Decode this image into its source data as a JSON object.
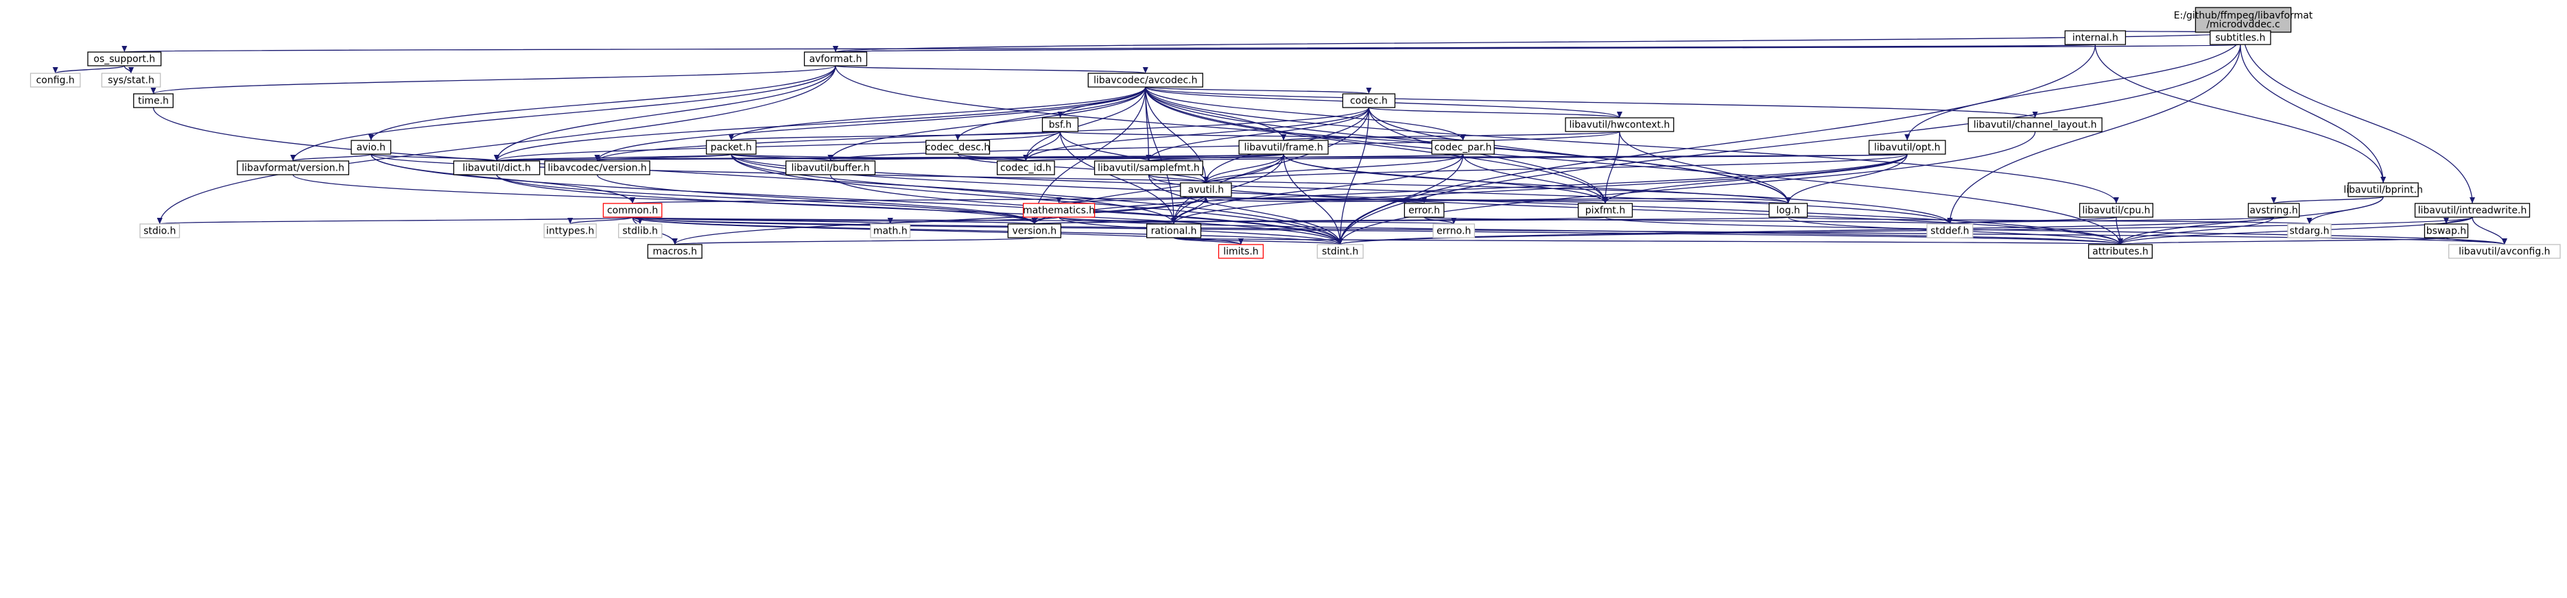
{
  "graph": {
    "colors": {
      "edge": "#191970",
      "node_border": "#000000",
      "node_fill": "#ffffff",
      "root_fill": "#bfbfbf",
      "missing_border": "#ff0000",
      "external_border": "#bfbfbf"
    },
    "nodes": [
      {
        "id": "root",
        "label": "E:/github/ffmpeg/libavformat\n/microdvddec.c",
        "kind": "root"
      },
      {
        "id": "internal",
        "label": "internal.h",
        "kind": "normal"
      },
      {
        "id": "subtitles",
        "label": "subtitles.h",
        "kind": "normal"
      },
      {
        "id": "os_support",
        "label": "os_support.h",
        "kind": "normal"
      },
      {
        "id": "avformat",
        "label": "avformat.h",
        "kind": "normal"
      },
      {
        "id": "config",
        "label": "config.h",
        "kind": "external"
      },
      {
        "id": "sys_stat",
        "label": "sys/stat.h",
        "kind": "external"
      },
      {
        "id": "time",
        "label": "time.h",
        "kind": "normal"
      },
      {
        "id": "avcodec",
        "label": "libavcodec/avcodec.h",
        "kind": "normal"
      },
      {
        "id": "codec",
        "label": "codec.h",
        "kind": "normal"
      },
      {
        "id": "bsf",
        "label": "bsf.h",
        "kind": "normal"
      },
      {
        "id": "hwcontext",
        "label": "libavutil/hwcontext.h",
        "kind": "normal"
      },
      {
        "id": "channel_layout",
        "label": "libavutil/channel_layout.h",
        "kind": "normal"
      },
      {
        "id": "avio",
        "label": "avio.h",
        "kind": "normal"
      },
      {
        "id": "packet",
        "label": "packet.h",
        "kind": "normal"
      },
      {
        "id": "codec_desc",
        "label": "codec_desc.h",
        "kind": "normal"
      },
      {
        "id": "frame",
        "label": "libavutil/frame.h",
        "kind": "normal"
      },
      {
        "id": "codec_par",
        "label": "codec_par.h",
        "kind": "normal"
      },
      {
        "id": "opt",
        "label": "libavutil/opt.h",
        "kind": "normal"
      },
      {
        "id": "fmt_version",
        "label": "libavformat/version.h",
        "kind": "normal"
      },
      {
        "id": "dict",
        "label": "libavutil/dict.h",
        "kind": "normal"
      },
      {
        "id": "codec_version",
        "label": "libavcodec/version.h",
        "kind": "normal"
      },
      {
        "id": "buffer",
        "label": "libavutil/buffer.h",
        "kind": "normal"
      },
      {
        "id": "codec_id",
        "label": "codec_id.h",
        "kind": "normal"
      },
      {
        "id": "samplefmt",
        "label": "libavutil/samplefmt.h",
        "kind": "normal"
      },
      {
        "id": "avutil",
        "label": "avutil.h",
        "kind": "normal"
      },
      {
        "id": "bprint",
        "label": "libavutil/bprint.h",
        "kind": "normal"
      },
      {
        "id": "intreadwrite",
        "label": "libavutil/intreadwrite.h",
        "kind": "normal"
      },
      {
        "id": "common",
        "label": "common.h",
        "kind": "missing"
      },
      {
        "id": "mathematics",
        "label": "mathematics.h",
        "kind": "missing"
      },
      {
        "id": "error",
        "label": "error.h",
        "kind": "normal"
      },
      {
        "id": "pixfmt",
        "label": "pixfmt.h",
        "kind": "normal"
      },
      {
        "id": "log",
        "label": "log.h",
        "kind": "normal"
      },
      {
        "id": "cpu",
        "label": "libavutil/cpu.h",
        "kind": "normal"
      },
      {
        "id": "avstring",
        "label": "avstring.h",
        "kind": "normal"
      },
      {
        "id": "bswap",
        "label": "bswap.h",
        "kind": "normal"
      },
      {
        "id": "stdio",
        "label": "stdio.h",
        "kind": "external"
      },
      {
        "id": "inttypes",
        "label": "inttypes.h",
        "kind": "external"
      },
      {
        "id": "stdlib",
        "label": "stdlib.h",
        "kind": "external"
      },
      {
        "id": "math",
        "label": "math.h",
        "kind": "external"
      },
      {
        "id": "version",
        "label": "version.h",
        "kind": "normal"
      },
      {
        "id": "rational",
        "label": "rational.h",
        "kind": "normal"
      },
      {
        "id": "errno",
        "label": "errno.h",
        "kind": "external"
      },
      {
        "id": "stddef",
        "label": "stddef.h",
        "kind": "external"
      },
      {
        "id": "stdarg",
        "label": "stdarg.h",
        "kind": "external"
      },
      {
        "id": "macros",
        "label": "macros.h",
        "kind": "normal"
      },
      {
        "id": "limits",
        "label": "limits.h",
        "kind": "missing"
      },
      {
        "id": "stdint",
        "label": "stdint.h",
        "kind": "external"
      },
      {
        "id": "attributes",
        "label": "attributes.h",
        "kind": "normal"
      },
      {
        "id": "avconfig",
        "label": "libavutil/avconfig.h",
        "kind": "external"
      }
    ],
    "edges": [
      [
        "root",
        "internal"
      ],
      [
        "root",
        "subtitles"
      ],
      [
        "root",
        "avformat"
      ],
      [
        "root",
        "opt"
      ],
      [
        "root",
        "intreadwrite"
      ],
      [
        "internal",
        "avformat"
      ],
      [
        "internal",
        "os_support"
      ],
      [
        "internal",
        "bprint"
      ],
      [
        "internal",
        "stdint"
      ],
      [
        "subtitles",
        "avformat"
      ],
      [
        "subtitles",
        "bprint"
      ],
      [
        "subtitles",
        "stddef"
      ],
      [
        "subtitles",
        "stdint"
      ],
      [
        "os_support",
        "config"
      ],
      [
        "os_support",
        "sys_stat"
      ],
      [
        "avformat",
        "time"
      ],
      [
        "avformat",
        "stdio"
      ],
      [
        "avformat",
        "avcodec"
      ],
      [
        "avformat",
        "avio"
      ],
      [
        "avformat",
        "fmt_version"
      ],
      [
        "avformat",
        "dict"
      ],
      [
        "avformat",
        "log"
      ],
      [
        "time",
        "stdint"
      ],
      [
        "avcodec",
        "codec"
      ],
      [
        "avcodec",
        "bsf"
      ],
      [
        "avcodec",
        "codec_desc"
      ],
      [
        "avcodec",
        "codec_id"
      ],
      [
        "avcodec",
        "codec_par"
      ],
      [
        "avcodec",
        "packet"
      ],
      [
        "avcodec",
        "codec_version"
      ],
      [
        "avcodec",
        "buffer"
      ],
      [
        "avcodec",
        "dict"
      ],
      [
        "avcodec",
        "frame"
      ],
      [
        "avcodec",
        "samplefmt"
      ],
      [
        "avcodec",
        "hwcontext"
      ],
      [
        "avcodec",
        "channel_layout"
      ],
      [
        "avcodec",
        "cpu"
      ],
      [
        "avcodec",
        "log"
      ],
      [
        "avcodec",
        "pixfmt"
      ],
      [
        "avcodec",
        "rational"
      ],
      [
        "avcodec",
        "attributes"
      ],
      [
        "avcodec",
        "avutil"
      ],
      [
        "avcodec",
        "version"
      ],
      [
        "codec",
        "hwcontext"
      ],
      [
        "codec",
        "codec_id"
      ],
      [
        "codec",
        "codec_version"
      ],
      [
        "codec",
        "samplefmt"
      ],
      [
        "codec",
        "avutil"
      ],
      [
        "codec",
        "log"
      ],
      [
        "codec",
        "pixfmt"
      ],
      [
        "codec",
        "rational"
      ],
      [
        "codec",
        "stdint"
      ],
      [
        "bsf",
        "packet"
      ],
      [
        "bsf",
        "codec_id"
      ],
      [
        "bsf",
        "codec_par"
      ],
      [
        "bsf",
        "dict"
      ],
      [
        "bsf",
        "avutil"
      ],
      [
        "bsf",
        "rational"
      ],
      [
        "hwcontext",
        "buffer"
      ],
      [
        "hwcontext",
        "frame"
      ],
      [
        "hwcontext",
        "log"
      ],
      [
        "hwcontext",
        "pixfmt"
      ],
      [
        "channel_layout",
        "stdint"
      ],
      [
        "avio",
        "fmt_version"
      ],
      [
        "avio",
        "dict"
      ],
      [
        "avio",
        "common"
      ],
      [
        "avio",
        "log"
      ],
      [
        "avio",
        "stdint"
      ],
      [
        "packet",
        "dict"
      ],
      [
        "packet",
        "codec_version"
      ],
      [
        "packet",
        "buffer"
      ],
      [
        "packet",
        "codec_id"
      ],
      [
        "packet",
        "rational"
      ],
      [
        "packet",
        "attributes"
      ],
      [
        "packet",
        "stddef"
      ],
      [
        "packet",
        "stdint"
      ],
      [
        "codec_desc",
        "codec_id"
      ],
      [
        "codec_desc",
        "avutil"
      ],
      [
        "frame",
        "dict"
      ],
      [
        "frame",
        "buffer"
      ],
      [
        "frame",
        "samplefmt"
      ],
      [
        "frame",
        "avutil"
      ],
      [
        "frame",
        "pixfmt"
      ],
      [
        "frame",
        "rational"
      ],
      [
        "frame",
        "version"
      ],
      [
        "frame",
        "stddef"
      ],
      [
        "frame",
        "stdint"
      ],
      [
        "codec_par",
        "codec_id"
      ],
      [
        "codec_par",
        "avutil"
      ],
      [
        "codec_par",
        "pixfmt"
      ],
      [
        "codec_par",
        "rational"
      ],
      [
        "codec_par",
        "stdint"
      ],
      [
        "opt",
        "dict"
      ],
      [
        "opt",
        "samplefmt"
      ],
      [
        "opt",
        "avutil"
      ],
      [
        "opt",
        "log"
      ],
      [
        "opt",
        "pixfmt"
      ],
      [
        "opt",
        "rational"
      ],
      [
        "opt",
        "version"
      ],
      [
        "fmt_version",
        "version"
      ],
      [
        "dict",
        "version"
      ],
      [
        "dict",
        "stdint"
      ],
      [
        "codec_version",
        "version"
      ],
      [
        "buffer",
        "stdint"
      ],
      [
        "samplefmt",
        "avutil"
      ],
      [
        "samplefmt",
        "attributes"
      ],
      [
        "samplefmt",
        "stdint"
      ],
      [
        "avutil",
        "common"
      ],
      [
        "avutil",
        "mathematics"
      ],
      [
        "avutil",
        "error"
      ],
      [
        "avutil",
        "rational"
      ],
      [
        "avutil",
        "version"
      ],
      [
        "avutil",
        "macros"
      ],
      [
        "avutil",
        "log"
      ],
      [
        "avutil",
        "pixfmt"
      ],
      [
        "bprint",
        "avstring"
      ],
      [
        "bprint",
        "stdarg"
      ],
      [
        "bprint",
        "attributes"
      ],
      [
        "intreadwrite",
        "bswap"
      ],
      [
        "intreadwrite",
        "avconfig"
      ],
      [
        "intreadwrite",
        "attributes"
      ],
      [
        "intreadwrite",
        "stdint"
      ],
      [
        "common",
        "stdio"
      ],
      [
        "common",
        "inttypes"
      ],
      [
        "common",
        "stdlib"
      ],
      [
        "common",
        "math"
      ],
      [
        "common",
        "errno"
      ],
      [
        "common",
        "limits"
      ],
      [
        "common",
        "stdint"
      ],
      [
        "common",
        "attributes"
      ],
      [
        "common",
        "macros"
      ],
      [
        "common",
        "version"
      ],
      [
        "common",
        "avconfig"
      ],
      [
        "mathematics",
        "math"
      ],
      [
        "mathematics",
        "rational"
      ],
      [
        "mathematics",
        "attributes"
      ],
      [
        "mathematics",
        "stdint"
      ],
      [
        "error",
        "errno"
      ],
      [
        "error",
        "stddef"
      ],
      [
        "pixfmt",
        "version"
      ],
      [
        "pixfmt",
        "avconfig"
      ],
      [
        "log",
        "stdarg"
      ],
      [
        "log",
        "attributes"
      ],
      [
        "log",
        "version"
      ],
      [
        "log",
        "avutil"
      ],
      [
        "cpu",
        "attributes"
      ],
      [
        "cpu",
        "stddef"
      ],
      [
        "avstring",
        "stddef"
      ],
      [
        "avstring",
        "stdint"
      ],
      [
        "avstring",
        "attributes"
      ],
      [
        "bswap",
        "attributes"
      ],
      [
        "bswap",
        "avconfig"
      ],
      [
        "version",
        "macros"
      ],
      [
        "rational",
        "stdint"
      ],
      [
        "rational",
        "limits"
      ],
      [
        "rational",
        "attributes"
      ]
    ]
  }
}
